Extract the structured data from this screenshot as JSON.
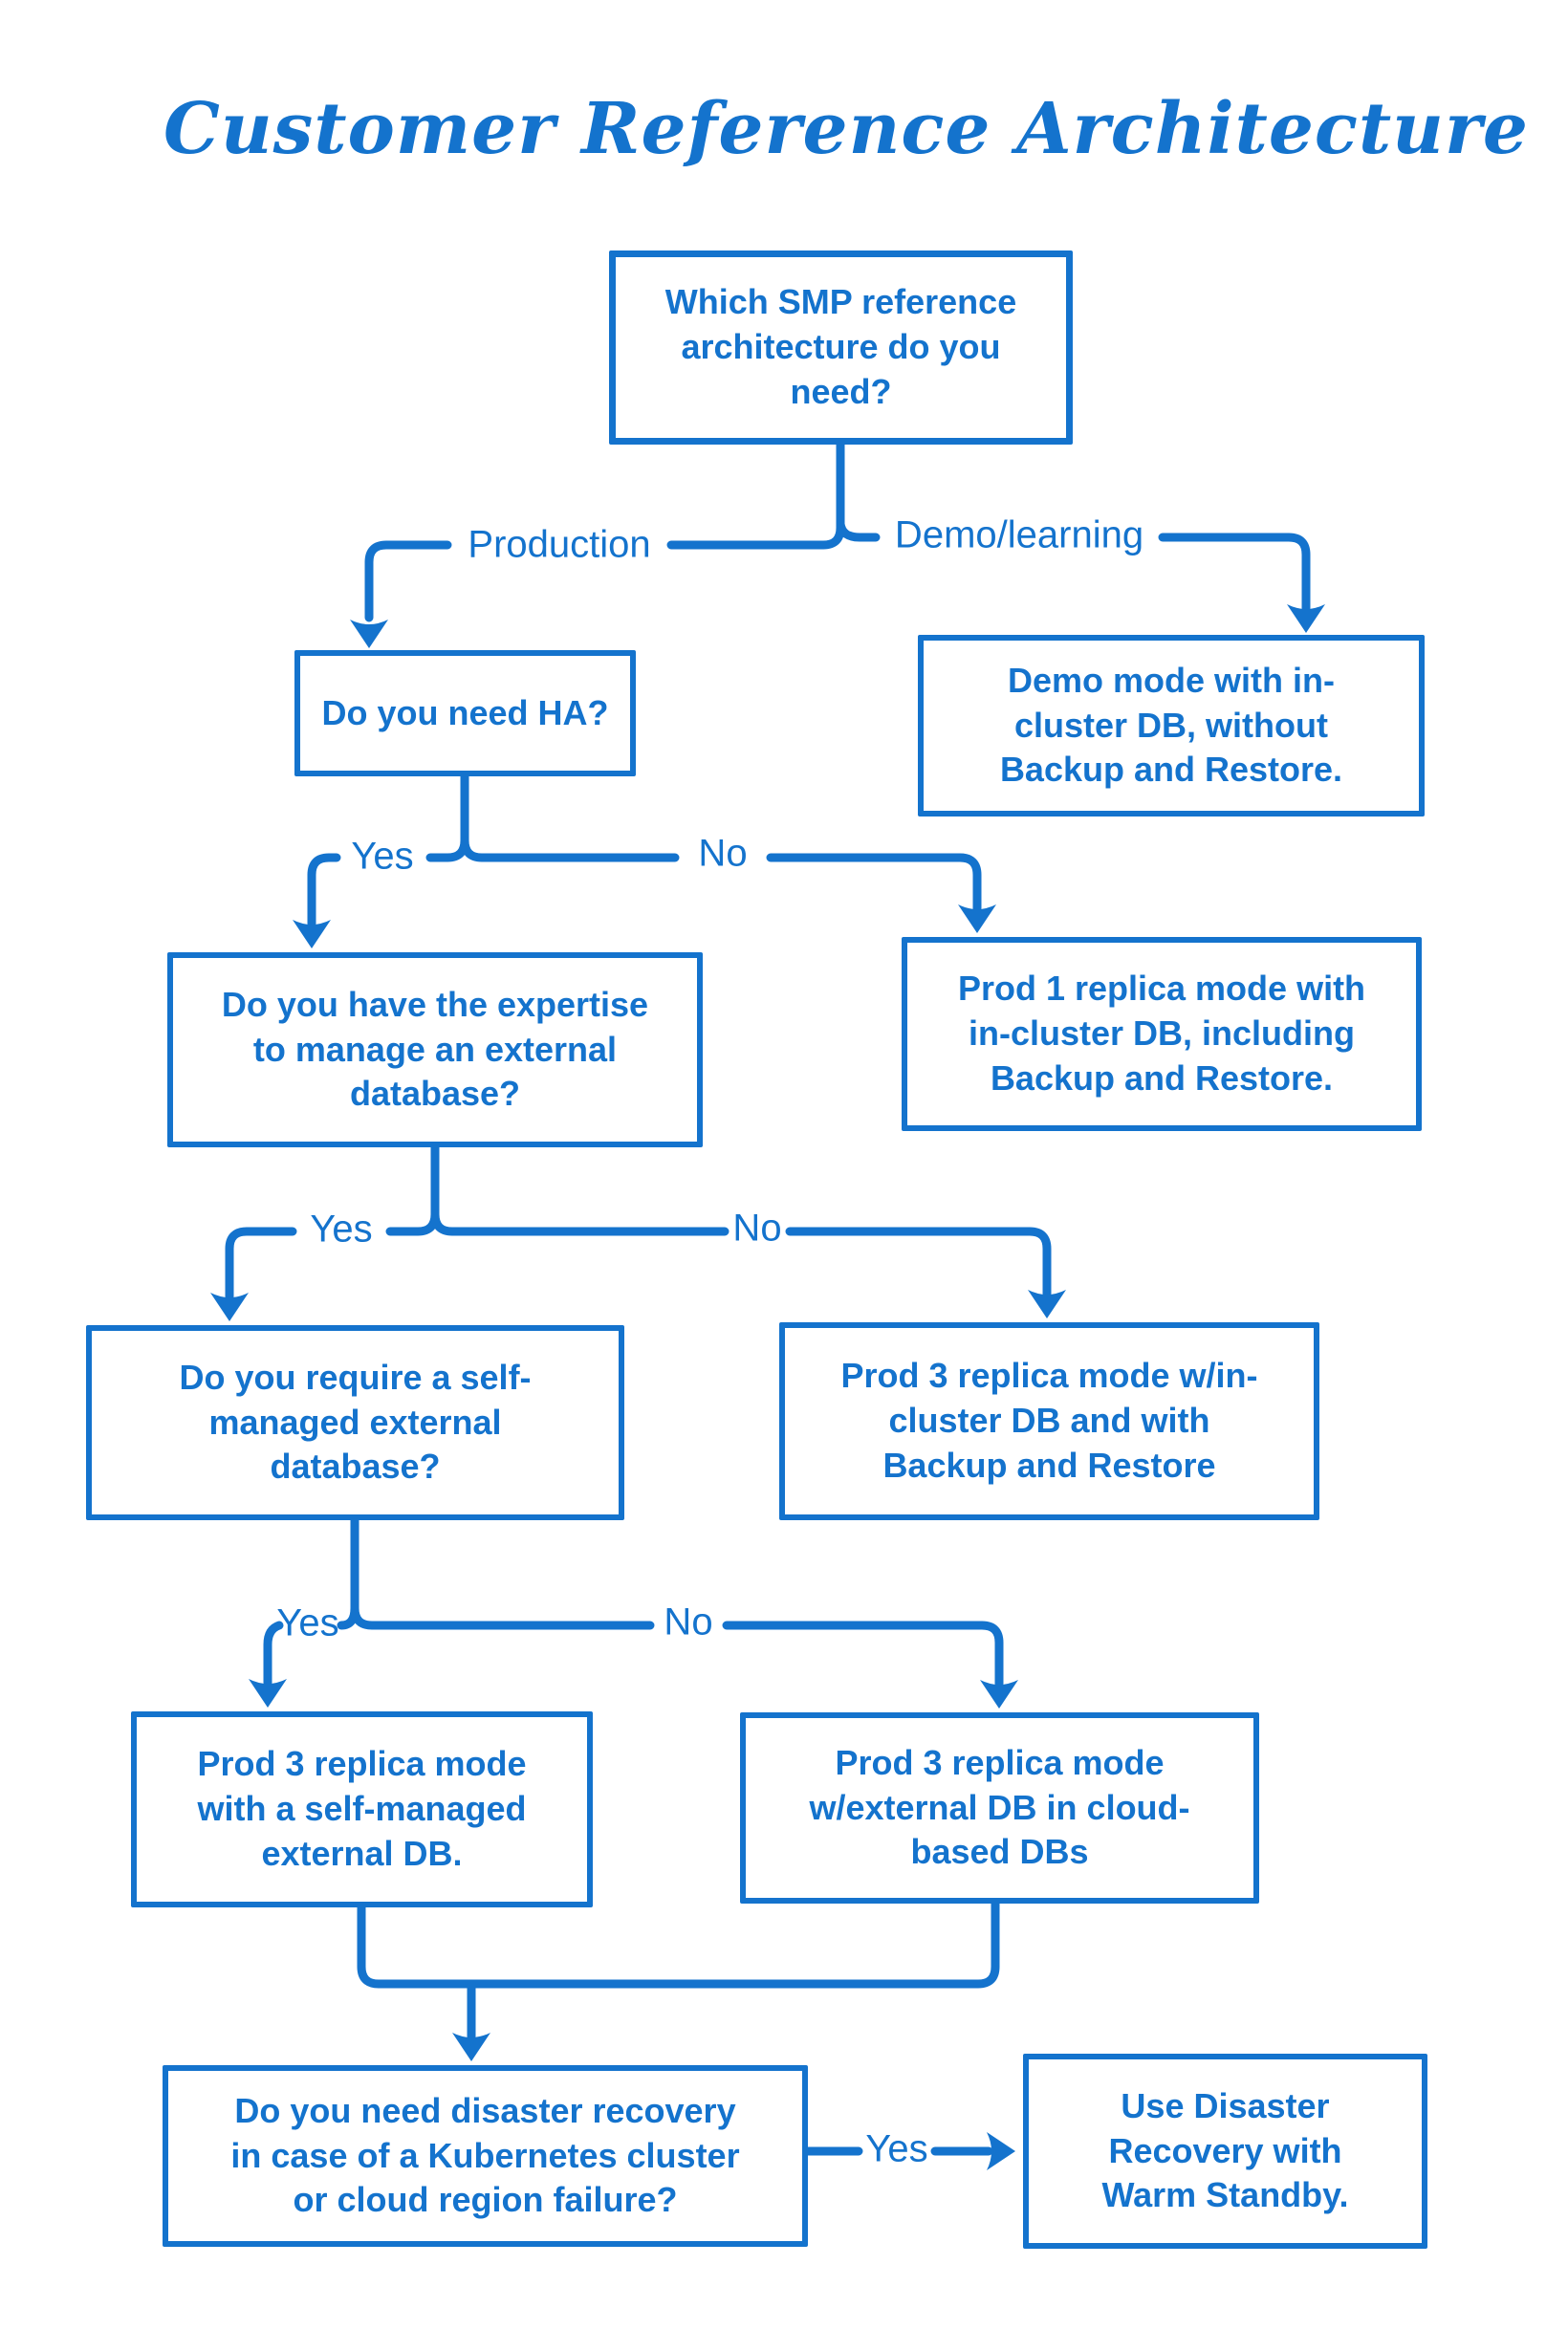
{
  "title": "Customer Reference Architecture",
  "colors": {
    "accent": "#1473cd",
    "background": "#ffffff"
  },
  "flowchart": {
    "nodes": [
      {
        "id": "which-architecture",
        "type": "question",
        "text": "Which SMP reference\narchitecture do you\nneed?"
      },
      {
        "id": "need-ha",
        "type": "question",
        "text": "Do you need HA?"
      },
      {
        "id": "demo-mode",
        "type": "result",
        "text": "Demo mode with in-\ncluster DB, without\nBackup and Restore."
      },
      {
        "id": "prod-1-replica",
        "type": "result",
        "text": "Prod 1 replica mode with\nin-cluster DB, including\nBackup and Restore."
      },
      {
        "id": "expertise-question",
        "type": "question",
        "text": "Do you have the expertise\nto manage an external\ndatabase?"
      },
      {
        "id": "self-managed-question",
        "type": "question",
        "text": "Do you require a self-\nmanaged external\ndatabase?"
      },
      {
        "id": "prod-3-in-cluster",
        "type": "result",
        "text": "Prod 3 replica mode w/in-\ncluster DB and with\nBackup and Restore"
      },
      {
        "id": "prod-3-self-managed",
        "type": "result",
        "text": "Prod 3 replica mode\nwith a self-managed\nexternal DB."
      },
      {
        "id": "prod-3-cloud",
        "type": "result",
        "text": "Prod 3 replica mode\nw/external DB in cloud-\nbased DBs"
      },
      {
        "id": "disaster-recovery-question",
        "type": "question",
        "text": "Do you need disaster recovery\nin case of a Kubernetes cluster\nor cloud region failure?"
      },
      {
        "id": "warm-standby",
        "type": "result",
        "text": "Use Disaster\nRecovery with\nWarm Standby."
      }
    ],
    "edges": [
      {
        "from": "which-architecture",
        "to": "need-ha",
        "label": "Production"
      },
      {
        "from": "which-architecture",
        "to": "demo-mode",
        "label": "Demo/learning"
      },
      {
        "from": "need-ha",
        "to": "expertise-question",
        "label": "Yes"
      },
      {
        "from": "need-ha",
        "to": "prod-1-replica",
        "label": "No"
      },
      {
        "from": "expertise-question",
        "to": "self-managed-question",
        "label": "Yes"
      },
      {
        "from": "expertise-question",
        "to": "prod-3-in-cluster",
        "label": "No"
      },
      {
        "from": "self-managed-question",
        "to": "prod-3-self-managed",
        "label": "Yes"
      },
      {
        "from": "self-managed-question",
        "to": "prod-3-cloud",
        "label": "No"
      },
      {
        "from": "disaster-recovery-question",
        "to": "warm-standby",
        "label": "Yes"
      }
    ]
  }
}
